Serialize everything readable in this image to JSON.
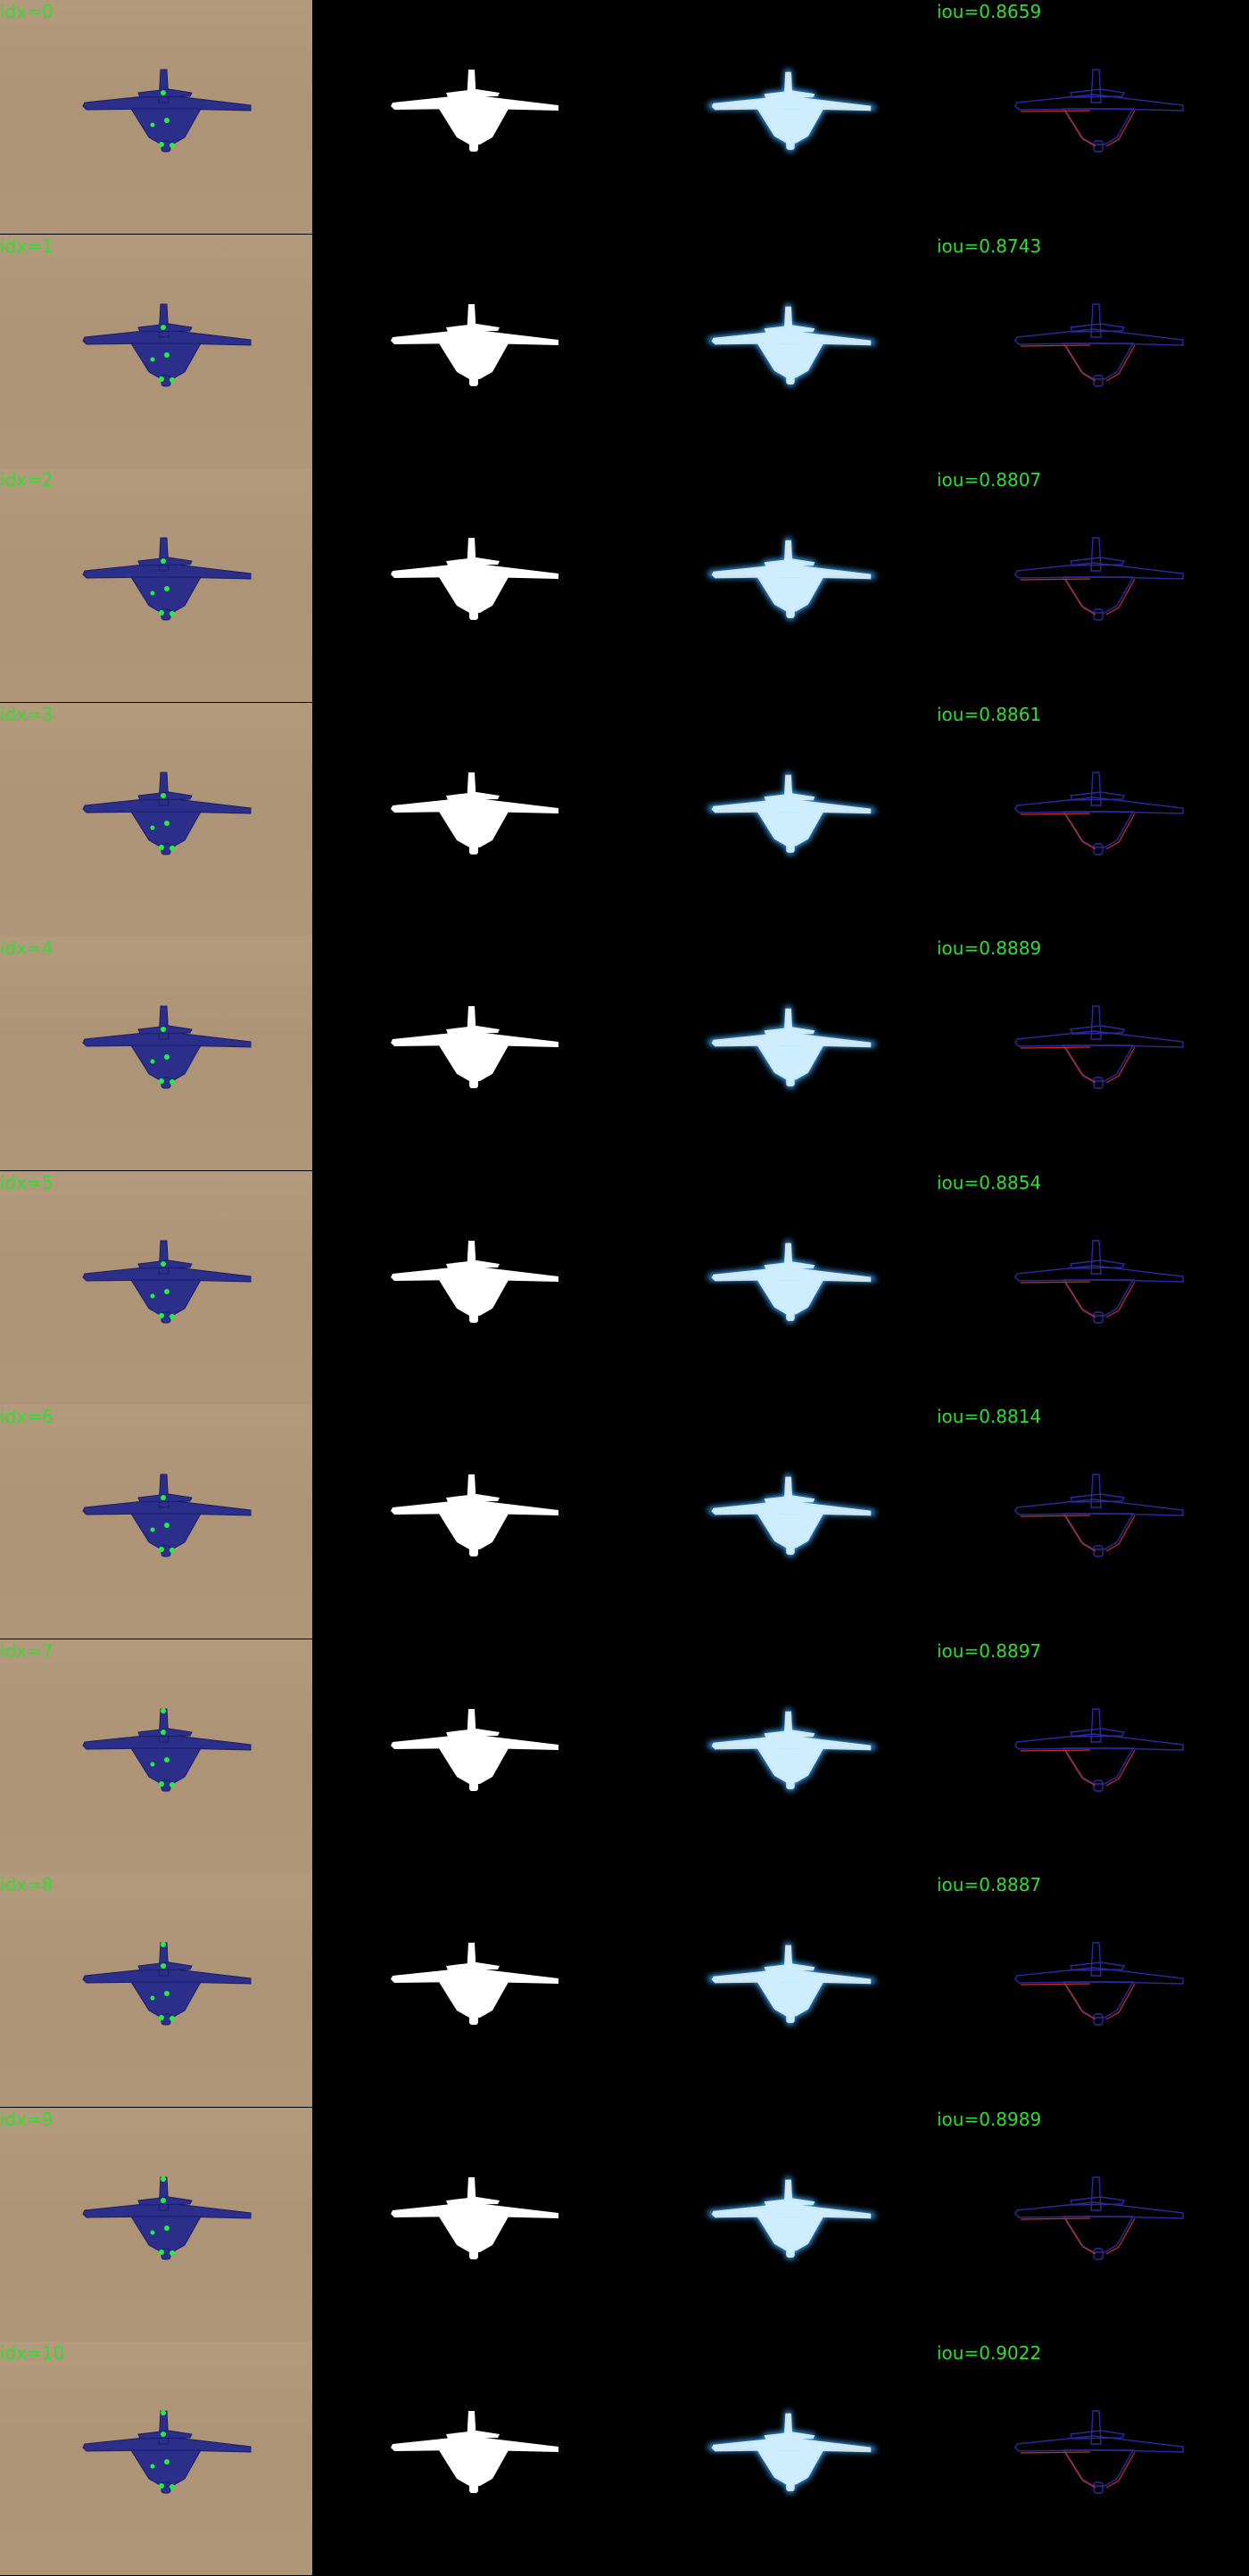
{
  "rows": [
    {
      "frame_label": "idx=0",
      "iou_label": "iou=0.8659"
    },
    {
      "frame_label": "idx=1",
      "iou_label": "iou=0.8743"
    },
    {
      "frame_label": "idx=2",
      "iou_label": "iou=0.8807"
    },
    {
      "frame_label": "idx=3",
      "iou_label": "iou=0.8861"
    },
    {
      "frame_label": "idx=4",
      "iou_label": "iou=0.8889"
    },
    {
      "frame_label": "idx=5",
      "iou_label": "iou=0.8854"
    },
    {
      "frame_label": "idx=6",
      "iou_label": "iou=0.8814"
    },
    {
      "frame_label": "idx=7",
      "iou_label": "iou=0.8897"
    },
    {
      "frame_label": "idx=8",
      "iou_label": "iou=0.8887"
    },
    {
      "frame_label": "idx=9",
      "iou_label": "iou=0.8989"
    },
    {
      "frame_label": "idx=10",
      "iou_label": "iou=0.9022"
    }
  ],
  "colors": {
    "label_green": "#33dd33",
    "sand_background": "#b39a7d",
    "render_plane": "#2b2f8a",
    "keypoint_green": "#22ee44",
    "mask_white": "#ffffff",
    "glow_blue": "#3aa6ff",
    "glow_core": "#e8fbff",
    "outline_blue": "#2a2aa0",
    "outline_red": "#c8321e"
  },
  "icons": {
    "render": "airplane-render-icon",
    "mask": "airplane-mask-icon",
    "glow": "airplane-glow-icon",
    "outline": "airplane-outline-icon"
  }
}
